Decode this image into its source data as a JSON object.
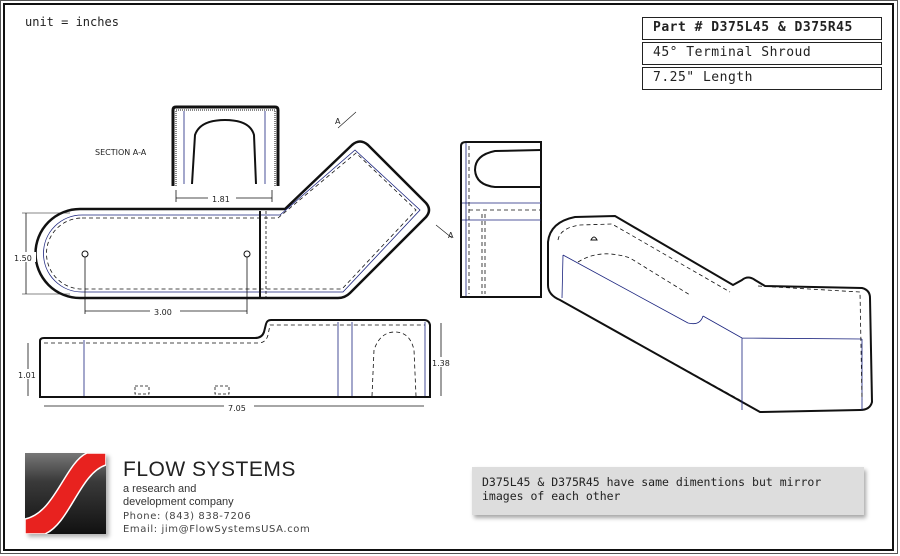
{
  "drawing": {
    "unit_label": "unit = inches",
    "title_block": {
      "part_number": "Part # D375L45  & D375R45",
      "description": "45° Terminal Shroud",
      "length": "7.25\" Length"
    },
    "section_label": "SECTION A-A",
    "section_marker": "A",
    "dimensions": {
      "section_width": "1.81",
      "top_width": "1.50",
      "hole_spacing": "3.00",
      "side_height_low": "1.01",
      "side_height_high": "1.38",
      "overall_length": "7.05"
    },
    "note": "D375L45 & D375R45 have same dimentions but mirror images of each other"
  },
  "company": {
    "name": "FLOW SYSTEMS",
    "tagline_1": "a research and",
    "tagline_2": "development company",
    "phone": "Phone: (843) 838-7206",
    "email": "Email: jim@FlowSystemsUSA.com"
  },
  "colors": {
    "line": "#111111",
    "hidden_line": "#1a237e",
    "logo_red": "#e8221f",
    "note_bg": "#dddddd"
  }
}
